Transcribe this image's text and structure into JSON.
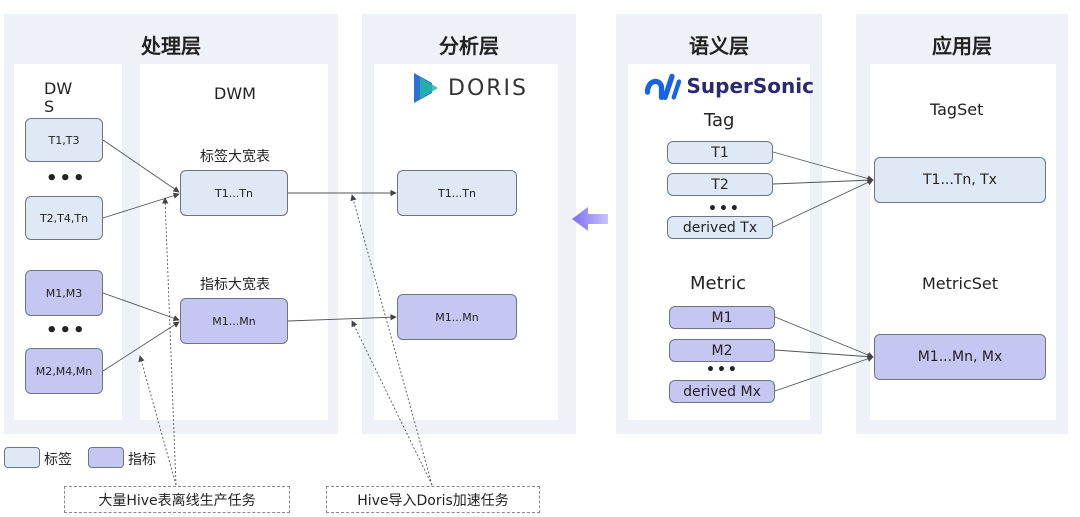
{
  "layers": {
    "processing": "处理层",
    "analysis": "分析层",
    "semantic": "语义层",
    "application": "应用层"
  },
  "processing": {
    "dws_label": "DW\nS",
    "dwm_label": "DWM",
    "dws_tags": [
      "T1,T3",
      "T2,T4,Tn"
    ],
    "dws_metrics": [
      "M1,M3",
      "M2,M4,Mn"
    ],
    "ellipsis": "•••",
    "tag_wide_label": "标签大宽表",
    "tag_wide_box": "T1...Tn",
    "metric_wide_label": "指标大宽表",
    "metric_wide_box": "M1...Mn"
  },
  "analysis": {
    "logo_text": "DORIS",
    "tag_box": "T1...Tn",
    "metric_box": "M1...Mn"
  },
  "semantic": {
    "logo_text": "SuperSonic",
    "tag_label": "Tag",
    "tags": [
      "T1",
      "T2",
      "derived Tx"
    ],
    "metric_label": "Metric",
    "metrics": [
      "M1",
      "M2",
      "derived Mx"
    ],
    "ellipsis": "•••"
  },
  "application": {
    "tagset_label": "TagSet",
    "tagset_box": "T1...Tn, Tx",
    "metricset_label": "MetricSet",
    "metricset_box": "M1...Mn, Mx"
  },
  "legend": {
    "tag": "标签",
    "metric": "指标"
  },
  "notes": {
    "hive_tasks": "大量Hive表离线生产任务",
    "doris_tasks": "Hive导入Doris加速任务"
  },
  "colors": {
    "panel_bg": "#eef1f7",
    "tag_fill": "#dfe9f5",
    "metric_fill": "#c6c6f2",
    "arrow_accent": "#7b6cf0",
    "doris_blue": "#2f6fd4",
    "doris_teal": "#20b8a8",
    "supersonic_blue": "#1763e8"
  }
}
